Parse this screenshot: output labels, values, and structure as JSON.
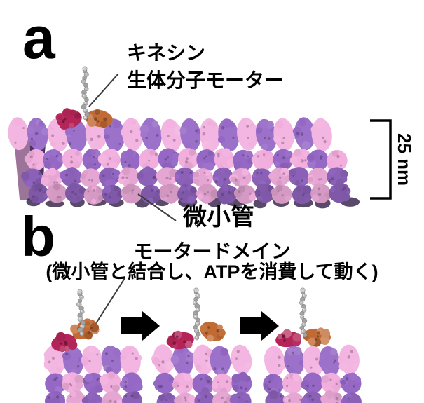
{
  "figure": {
    "panel_a": {
      "label": "a",
      "kinesin_label_line1": "キネシン",
      "kinesin_label_line2": "生体分子モーター",
      "microtubule_label": "微小管",
      "scale_label": "25 nm"
    },
    "panel_b": {
      "label": "b",
      "title": "モータードメイン",
      "subtitle": "(微小管と結合し、ATPを消費して動く)"
    },
    "colors": {
      "background": "#ffffff",
      "tubulin_pink": "#f2afde",
      "tubulin_purple": "#9568c6",
      "tubule_interior": "#9c7399",
      "kinesin_head_crimson": "#b42458",
      "kinesin_head_orange": "#c16a33",
      "stalk_gray": "#b5b5b5",
      "line_gray": "#3c3c3c",
      "ink_black": "#000000"
    }
  }
}
